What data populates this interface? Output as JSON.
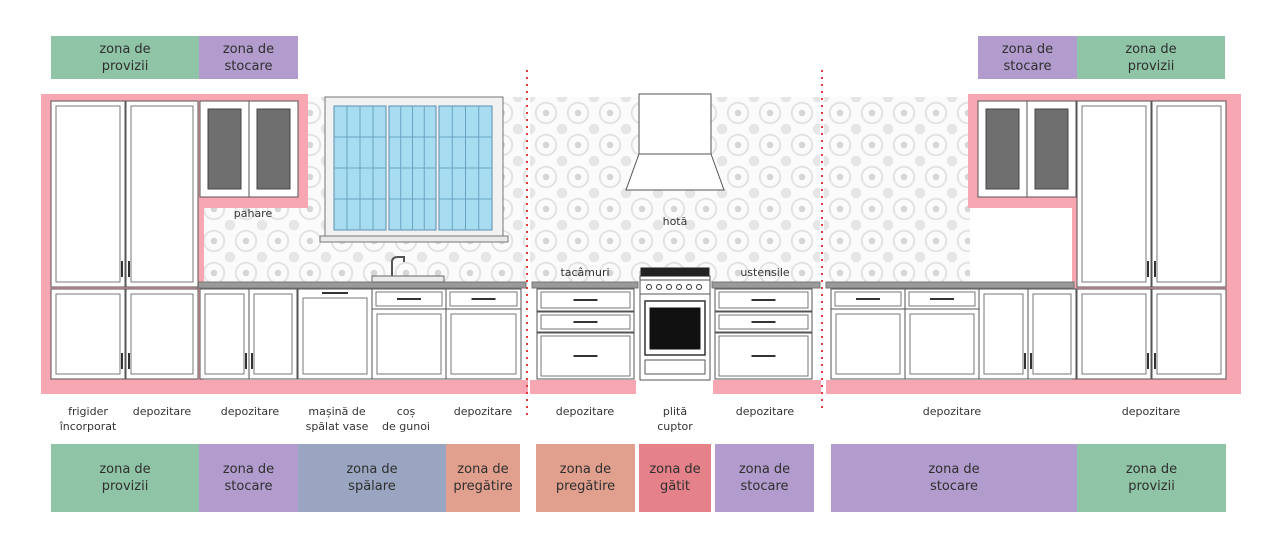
{
  "colors": {
    "provizii": "#8fc4a6",
    "stocare": "#b19ccd",
    "spalare": "#9aa5c2",
    "pregatire": "#e1a08e",
    "gatit": "#e48189",
    "frame_pink": "#f6a7b2",
    "divider": "#e03a3a"
  },
  "top_zones": [
    {
      "id": "tz1",
      "text": "zona de\nprovizii",
      "color": "provizii"
    },
    {
      "id": "tz2",
      "text": "zona de\nstocare",
      "color": "stocare"
    },
    {
      "id": "tz3",
      "text": "zona de\nstocare",
      "color": "stocare"
    },
    {
      "id": "tz4",
      "text": "zona de\nprovizii",
      "color": "provizii"
    }
  ],
  "appliance_labels": {
    "pahare": "pahare",
    "hota": "hotă",
    "tacamuri": "tacâmuri",
    "ustensile": "ustensile"
  },
  "bottom_labels": [
    {
      "id": "bl1",
      "text": "frigider\nîncorporat"
    },
    {
      "id": "bl2",
      "text": "depozitare"
    },
    {
      "id": "bl3",
      "text": "depozitare"
    },
    {
      "id": "bl4",
      "text": "mașină de\nspălat vase"
    },
    {
      "id": "bl5",
      "text": "coș\nde gunoi"
    },
    {
      "id": "bl6",
      "text": "depozitare"
    },
    {
      "id": "bl7",
      "text": "depozitare"
    },
    {
      "id": "bl8",
      "text": "plită\ncuptor"
    },
    {
      "id": "bl9",
      "text": "depozitare"
    },
    {
      "id": "bl10",
      "text": "depozitare"
    },
    {
      "id": "bl11",
      "text": "depozitare"
    }
  ],
  "bottom_zones": [
    {
      "id": "bz1",
      "text": "zona de\nprovizii",
      "color": "provizii"
    },
    {
      "id": "bz2",
      "text": "zona de\nstocare",
      "color": "stocare"
    },
    {
      "id": "bz3",
      "text": "zona de\nspălare",
      "color": "spalare"
    },
    {
      "id": "bz4",
      "text": "zona de\npregătire",
      "color": "pregatire"
    },
    {
      "id": "bz5",
      "text": "zona de\npregătire",
      "color": "pregatire"
    },
    {
      "id": "bz6",
      "text": "zona de\ngătit",
      "color": "gatit"
    },
    {
      "id": "bz7",
      "text": "zona de\nstocare",
      "color": "stocare"
    },
    {
      "id": "bz8",
      "text": "zona de\nstocare",
      "color": "stocare"
    },
    {
      "id": "bz9",
      "text": "zona de\nprovizii",
      "color": "provizii"
    }
  ]
}
